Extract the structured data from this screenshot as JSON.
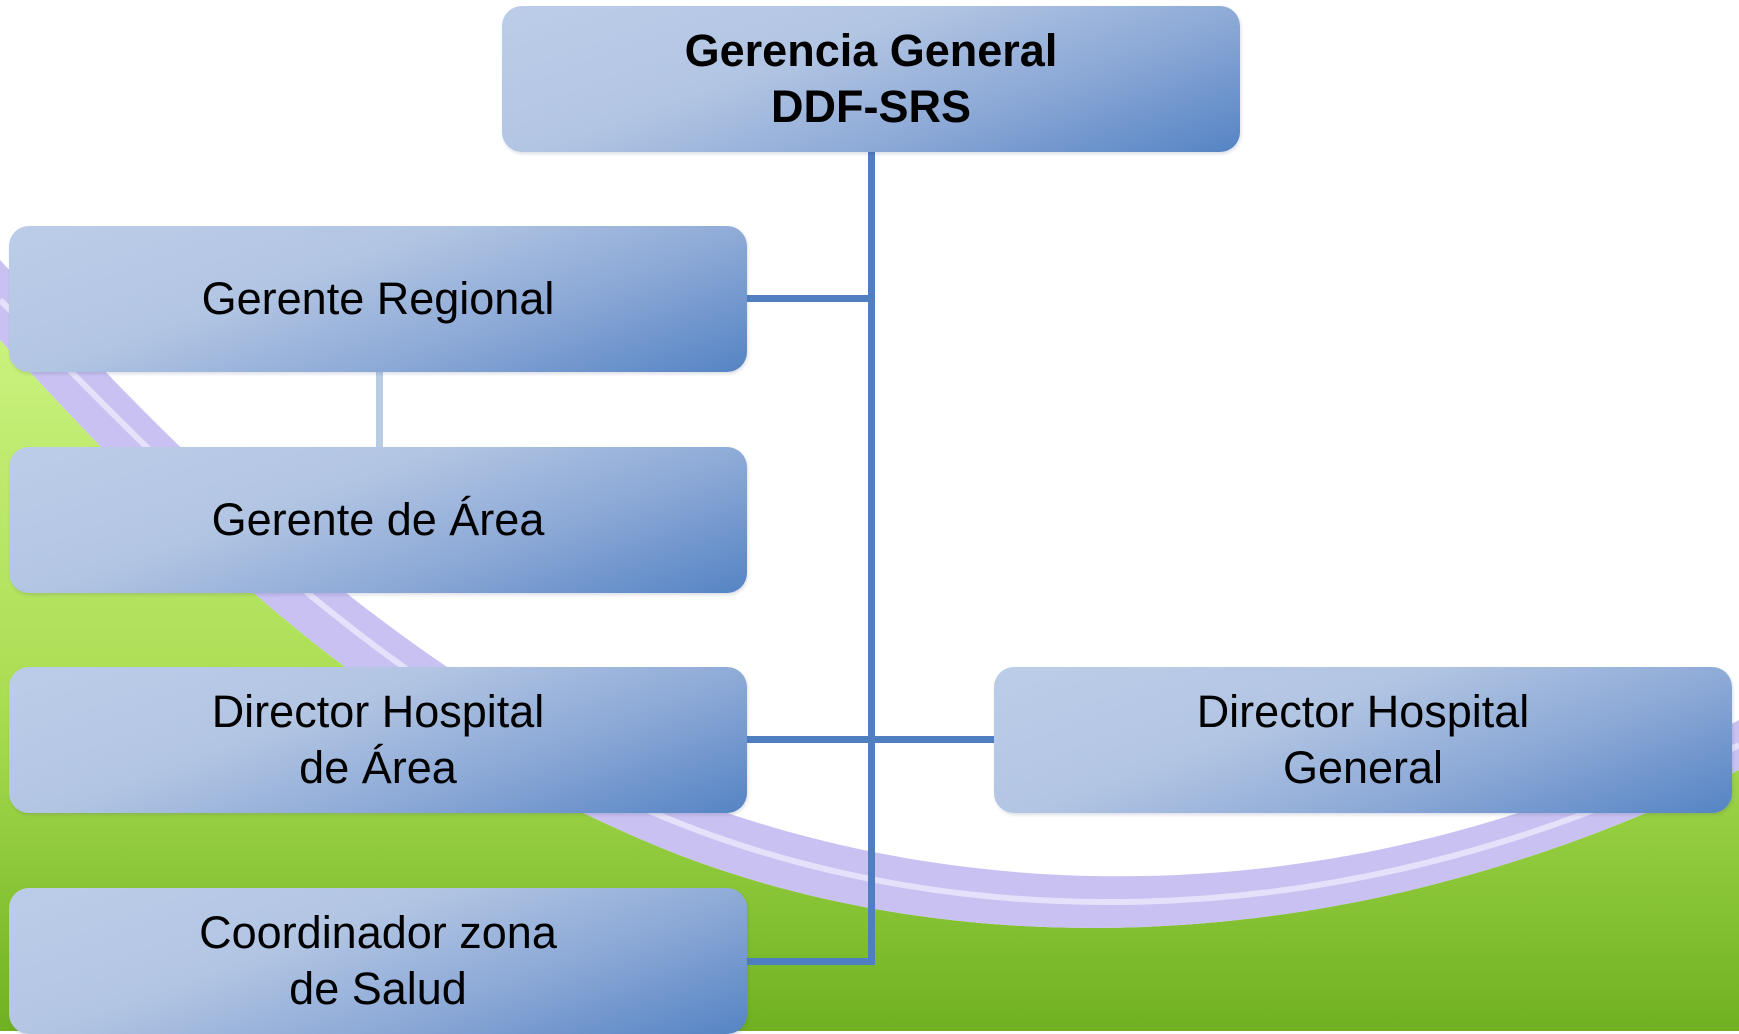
{
  "diagram": {
    "nodes": {
      "top": "Gerencia General\nDDF-SRS",
      "gerente_regional": "Gerente Regional",
      "gerente_area": "Gerente de Área",
      "director_hospital_area": "Director Hospital\nde Área",
      "director_hospital_general": "Director Hospital\nGeneral",
      "coordinador_zona": "Coordinador zona\nde Salud"
    },
    "edges": [
      {
        "from": "top",
        "to": "gerente_regional"
      },
      {
        "from": "gerente_regional",
        "to": "gerente_area"
      },
      {
        "from": "top",
        "to": "director_hospital_area"
      },
      {
        "from": "top",
        "to": "director_hospital_general"
      },
      {
        "from": "top",
        "to": "coordinador_zona"
      }
    ]
  },
  "colors": {
    "box_light": "#bccde8",
    "box_dark": "#5584c4",
    "connector": "#4f7fc0",
    "connector_light": "#b8cce4",
    "background_green": "#8ac43a",
    "background_wave": "#c8c0ef"
  }
}
